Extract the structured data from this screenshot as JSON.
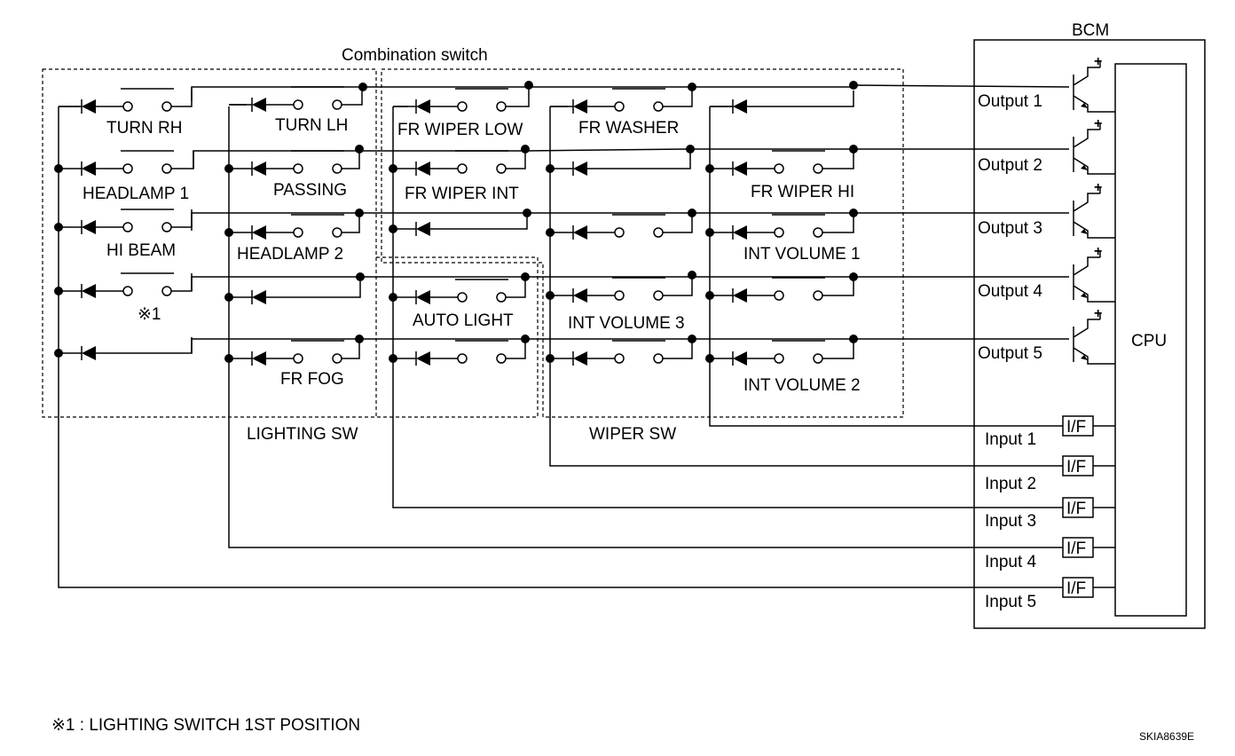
{
  "title": "Combination switch",
  "bcm_label": "BCM",
  "cpu_label": "CPU",
  "lighting_sw_label": "LIGHTING SW",
  "wiper_sw_label": "WIPER SW",
  "outputs": [
    "Output 1",
    "Output 2",
    "Output 3",
    "Output 4",
    "Output 5"
  ],
  "inputs": [
    "Input 1",
    "Input 2",
    "Input 3",
    "Input 4",
    "Input 5"
  ],
  "if_label": "I/F",
  "plus_sign": "+",
  "switches": {
    "turn_rh": "TURN RH",
    "turn_lh": "TURN LH",
    "headlamp_1": "HEADLAMP 1",
    "passing": "PASSING",
    "hi_beam": "HI BEAM",
    "headlamp_2": "HEADLAMP 2",
    "position_1": "※1",
    "fr_fog": "FR FOG",
    "fr_wiper_low": "FR WIPER LOW",
    "fr_washer": "FR WASHER",
    "fr_wiper_int": "FR WIPER INT",
    "fr_wiper_hi": "FR WIPER HI",
    "auto_light": "AUTO LIGHT",
    "int_volume_1": "INT VOLUME 1",
    "int_volume_3": "INT VOLUME 3",
    "int_volume_2": "INT VOLUME 2"
  },
  "footnote": "※1 : LIGHTING SWITCH 1ST POSITION",
  "figure_code": "SKIA8639E"
}
